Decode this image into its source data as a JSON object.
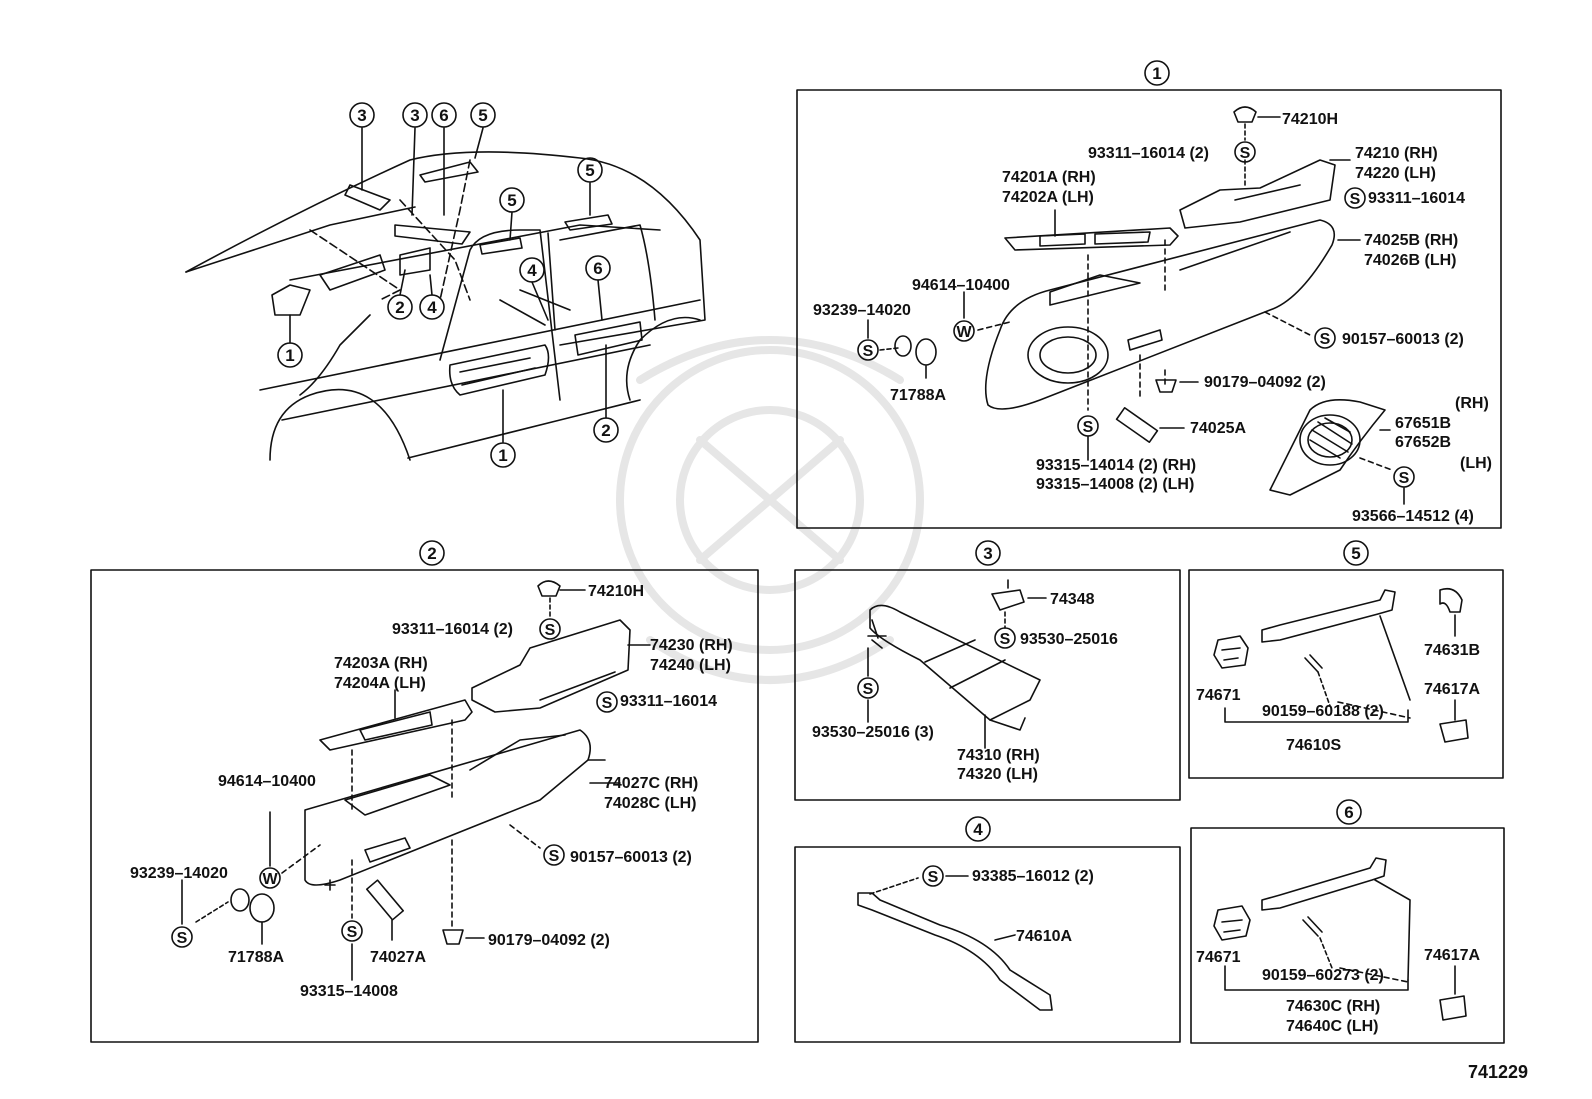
{
  "diagram_id": "741229",
  "car_view": {
    "callouts": [
      "3",
      "3",
      "6",
      "5",
      "5",
      "5",
      "6",
      "4",
      "2",
      "4",
      "1",
      "1",
      "2"
    ]
  },
  "section1": {
    "number": "1",
    "labels": {
      "p74210H": "74210H",
      "p93311_16014_2": "93311–16014 (2)",
      "p74210": "74210 (RH)",
      "p74220": "74220 (LH)",
      "p93311_16014": "93311–16014",
      "p74201A": "74201A (RH)",
      "p74202A": "74202A (LH)",
      "p74025B": "74025B (RH)",
      "p74026B": "74026B (LH)",
      "p94614": "94614–10400",
      "p93239": "93239–14020",
      "p71788A": "71788A",
      "p90157": "90157–60013 (2)",
      "p90179": "90179–04092 (2)",
      "p74025A": "74025A",
      "p93315_rh": "93315–14014 (2)  (RH)",
      "p93315_lh": "93315–14008 (2)  (LH)",
      "rh": "(RH)",
      "p67651B": "67651B",
      "p67652B": "67652B",
      "lh": "(LH)",
      "p93566": "93566–14512 (4)"
    }
  },
  "section2": {
    "number": "2",
    "labels": {
      "p74210H": "74210H",
      "p93311_16014_2": "93311–16014 (2)",
      "p74230": "74230 (RH)",
      "p74240": "74240 (LH)",
      "p74203A": "74203A (RH)",
      "p74204A": "74204A (LH)",
      "p93311_16014": "93311–16014",
      "p94614": "94614–10400",
      "p74027C": "74027C (RH)",
      "p74028C": "74028C (LH)",
      "p93239": "93239–14020",
      "p90157": "90157–60013 (2)",
      "p71788A": "71788A",
      "p74027A": "74027A",
      "p90179": "90179–04092 (2)",
      "p93315": "93315–14008"
    }
  },
  "section3": {
    "number": "3",
    "labels": {
      "p74348": "74348",
      "p93530": "93530–25016",
      "p93530_3": "93530–25016 (3)",
      "p74310": "74310 (RH)",
      "p74320": "74320 (LH)"
    }
  },
  "section4": {
    "number": "4",
    "labels": {
      "p93385": "93385–16012 (2)",
      "p74610A": "74610A"
    }
  },
  "section5": {
    "number": "5",
    "labels": {
      "p74631B": "74631B",
      "p74671": "74671",
      "p74617A": "74617A",
      "p90159": "90159–60188 (2)",
      "p74610S": "74610S"
    }
  },
  "section6": {
    "number": "6",
    "labels": {
      "p74671": "74671",
      "p74617A": "74617A",
      "p90159": "90159–60273 (2)",
      "p74630C": "74630C (RH)",
      "p74640C": "74640C (LH)"
    }
  },
  "symbols": {
    "s": "S",
    "w": "W"
  },
  "colors": {
    "ink": "#111111",
    "paper": "#ffffff",
    "watermark": "#e6e6e6"
  }
}
